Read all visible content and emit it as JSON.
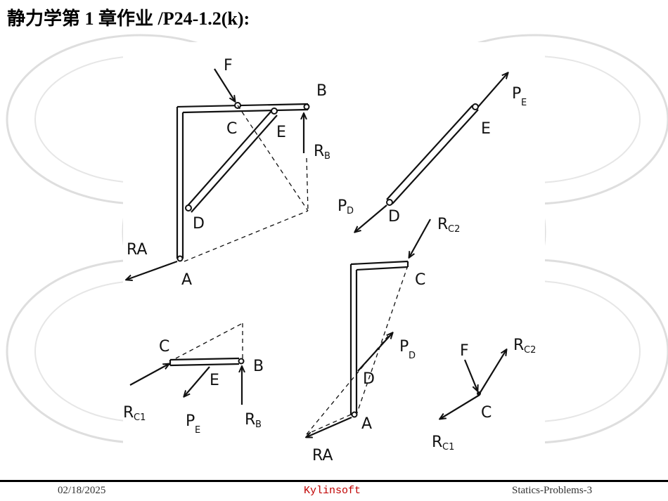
{
  "title": "静力学第 1 章作业 /P24-1.2(k):",
  "footer": {
    "date": "02/18/2025",
    "brand": "Kylinsoft",
    "page": "Statics-Problems-3"
  },
  "diagram_labels": {
    "whole": {
      "F": "F",
      "B": "B",
      "C": "C",
      "E": "E",
      "D": "D",
      "A": "A",
      "RB": "R",
      "RB_sub": "B",
      "RA": "RA"
    },
    "rod_de": {
      "PE": "P",
      "PE_sub": "E",
      "E": "E",
      "PD": "P",
      "PD_sub": "D",
      "D": "D"
    },
    "column": {
      "RC2": "R",
      "RC2_sub": "C2",
      "C": "C",
      "PD": "P",
      "PD_sub": "D",
      "D": "D",
      "A": "A",
      "RA": "RA"
    },
    "beam_cb": {
      "C": "C",
      "E": "E",
      "B": "B",
      "RC1": "R",
      "RC1_sub": "C1",
      "PE": "P",
      "PE_sub": "E",
      "RB": "R",
      "RB_sub": "B"
    },
    "pin_c": {
      "F": "F",
      "RC2": "R",
      "RC2_sub": "C2",
      "C": "C",
      "RC1": "R",
      "RC1_sub": "C1"
    }
  },
  "colors": {
    "ink": "#111111",
    "brand": "#c00000",
    "watermark": "#d9d9d9"
  }
}
